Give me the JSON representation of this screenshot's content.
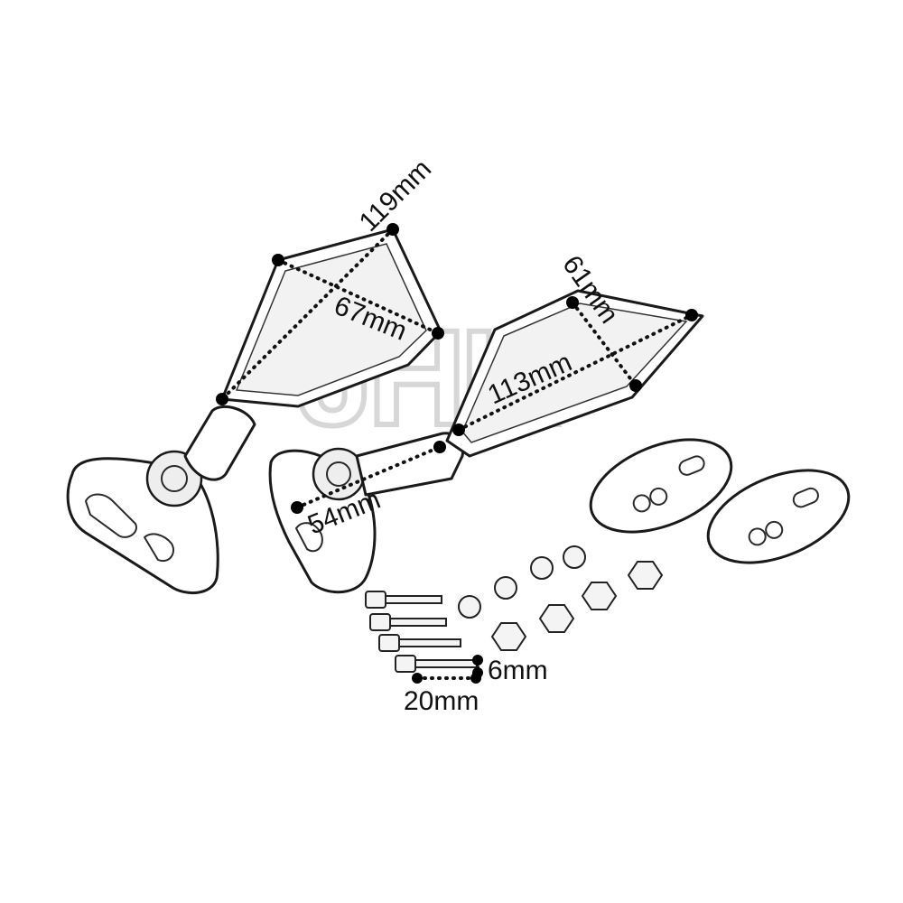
{
  "diagram": {
    "watermark": "JHK",
    "dimensions": {
      "left_mirror_diagonal": "119mm",
      "left_mirror_height": "67mm",
      "right_mirror_height": "61mm",
      "right_mirror_width": "113mm",
      "stem_length": "54mm",
      "bolt_diameter": "6mm",
      "bolt_length": "20mm"
    }
  }
}
